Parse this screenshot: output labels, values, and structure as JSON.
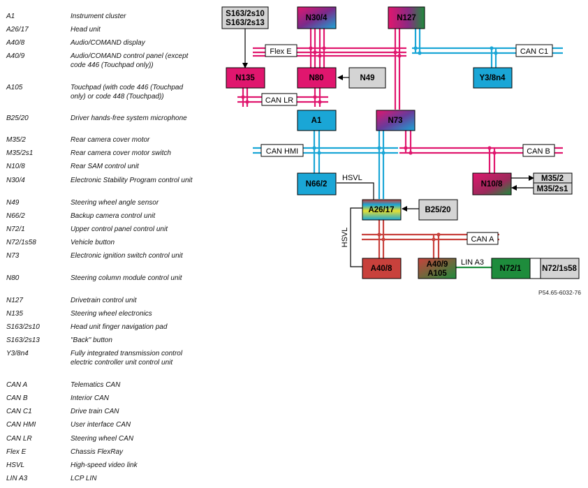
{
  "legend": [
    {
      "code": "A1",
      "desc": "Instrument cluster"
    },
    {
      "code": "A26/17",
      "desc": "Head unit"
    },
    {
      "code": "A40/8",
      "desc": "Audio/COMAND display"
    },
    {
      "code": "A40/9",
      "desc": "Audio/COMAND control panel (except code 446 (Touchpad only))"
    },
    {
      "code": "A105",
      "desc": "Touchpad (with code 446 (Touchpad only) or code 448 (Touchpad))"
    },
    {
      "code": "B25/20",
      "desc": "Driver hands-free system microphone"
    },
    {
      "code": "M35/2",
      "desc": "Rear camera cover motor"
    },
    {
      "code": "M35/2s1",
      "desc": "Rear camera cover motor switch"
    },
    {
      "code": "N10/8",
      "desc": "Rear SAM control unit"
    },
    {
      "code": "N30/4",
      "desc": "Electronic Stability Program control unit"
    },
    {
      "code": "N49",
      "desc": "Steering wheel angle sensor"
    },
    {
      "code": "N66/2",
      "desc": "Backup camera control unit"
    },
    {
      "code": "N72/1",
      "desc": "Upper control panel control unit"
    },
    {
      "code": "N72/1s58",
      "desc": "Vehicle button"
    },
    {
      "code": "N73",
      "desc": "Electronic ignition switch control unit"
    },
    {
      "code": "N80",
      "desc": "Steering column module control unit"
    },
    {
      "code": "N127",
      "desc": "Drivetrain control unit"
    },
    {
      "code": "N135",
      "desc": "Steering wheel electronics"
    },
    {
      "code": "S163/2s10",
      "desc": "Head unit finger navigation pad"
    },
    {
      "code": "S163/2s13",
      "desc": "\"Back\" button"
    },
    {
      "code": "Y3/8n4",
      "desc": "Fully integrated transmission control electric controller unit control unit"
    },
    {
      "code": "CAN A",
      "desc": "Telematics CAN"
    },
    {
      "code": "CAN B",
      "desc": "Interior CAN"
    },
    {
      "code": "CAN C1",
      "desc": "Drive train CAN"
    },
    {
      "code": "CAN HMI",
      "desc": "User interface CAN"
    },
    {
      "code": "CAN LR",
      "desc": "Steering wheel CAN"
    },
    {
      "code": "Flex E",
      "desc": "Chassis FlexRay"
    },
    {
      "code": "HSVL",
      "desc": "High-speed video link"
    },
    {
      "code": "LIN A3",
      "desc": "LCP LIN"
    }
  ],
  "nodes": {
    "s163": {
      "line1": "S163/2s10",
      "line2": "S163/2s13"
    },
    "n304": "N30/4",
    "n127": "N127",
    "n135": "N135",
    "n80": "N80",
    "n49": "N49",
    "y38n4": "Y3/8n4",
    "a1": "A1",
    "n73": "N73",
    "n662": "N66/2",
    "n108": "N10/8",
    "m352": "M35/2",
    "m352s1": "M35/2s1",
    "a2617": "A26/17",
    "b2520": "B25/20",
    "a408": "A40/8",
    "a409": {
      "line1": "A40/9",
      "line2": "A105"
    },
    "n721": "N72/1",
    "n721s58": "N72/1s58"
  },
  "buses": {
    "flex_e": "Flex E",
    "can_c1": "CAN C1",
    "can_lr": "CAN LR",
    "can_hmi": "CAN HMI",
    "can_b": "CAN B",
    "can_a": "CAN A",
    "hsvl_top": "HSVL",
    "hsvl_left": "HSVL",
    "lin_a3": "LIN A3"
  },
  "reference": "P54.65-6032-76",
  "colors": {
    "magenta": "#e0166e",
    "cyan": "#1aa6d6",
    "red": "#c8413c",
    "green": "#1e8c3c",
    "purple": "#8a2a82",
    "gray": "#d4d4d4"
  }
}
